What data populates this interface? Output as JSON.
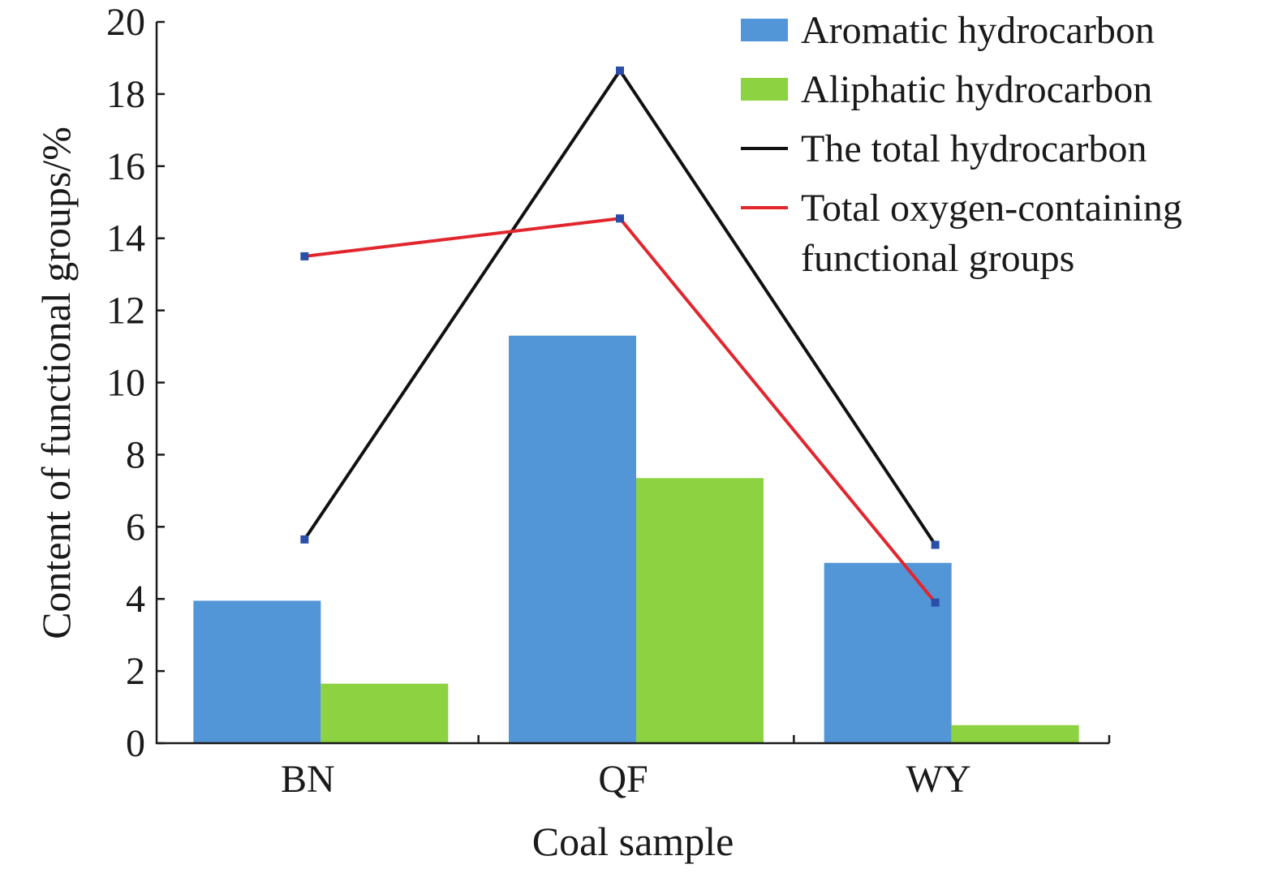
{
  "chart_data": {
    "type": "bar",
    "xlabel": "Coal sample",
    "ylabel": "Content of functional groups/%",
    "categories": [
      "BN",
      "QF",
      "WY"
    ],
    "ylim": [
      0,
      20
    ],
    "yticks": [
      0,
      2,
      4,
      6,
      8,
      10,
      12,
      14,
      16,
      18,
      20
    ],
    "grid": false,
    "legend_position": "top-right",
    "bar_series": [
      {
        "name": "Aromatic hydrocarbon",
        "color": "#5296d8",
        "values": [
          3.95,
          11.3,
          5.0
        ]
      },
      {
        "name": "Aliphatic hydrocarbon",
        "color": "#8dd241",
        "values": [
          1.65,
          7.35,
          0.5
        ]
      }
    ],
    "line_series": [
      {
        "name": "The total hydrocarbon",
        "color": "#111111",
        "marker_color": "#2b4ea8",
        "values": [
          5.65,
          18.65,
          5.5
        ]
      },
      {
        "name": "Total oxygen-containing functional groups",
        "legend_lines": [
          "Total oxygen-containing",
          "functional groups"
        ],
        "color": "#e1262e",
        "marker_color": "#2b4ea8",
        "values": [
          13.5,
          14.55,
          3.9
        ]
      }
    ]
  }
}
